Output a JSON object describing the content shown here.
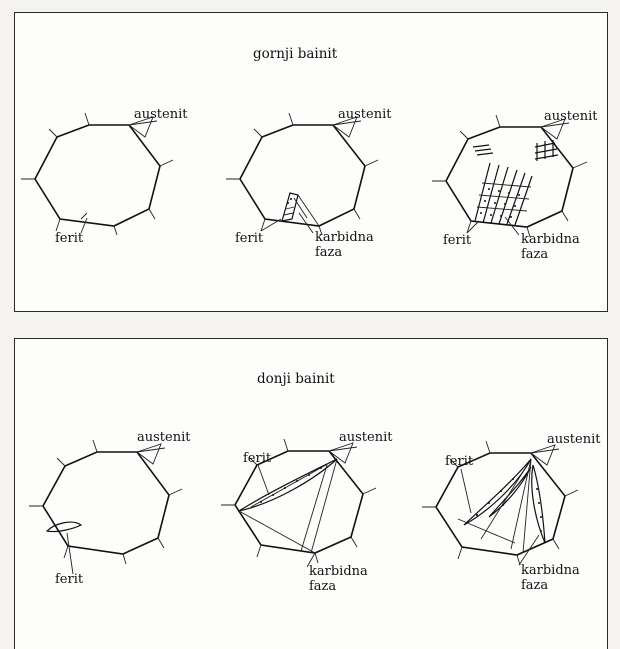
{
  "upper_bainite": {
    "title": "gornji bainit",
    "austenite_label": "austenit",
    "ferrite_label": "ferit",
    "carbide_label_line1": "karbidna",
    "carbide_label_line2": "faza"
  },
  "lower_bainite": {
    "title": "donji bainit",
    "austenite_label": "austenit",
    "ferrite_label": "ferit",
    "carbide_label_line1": "karbidna",
    "carbide_label_line2": "faza"
  }
}
